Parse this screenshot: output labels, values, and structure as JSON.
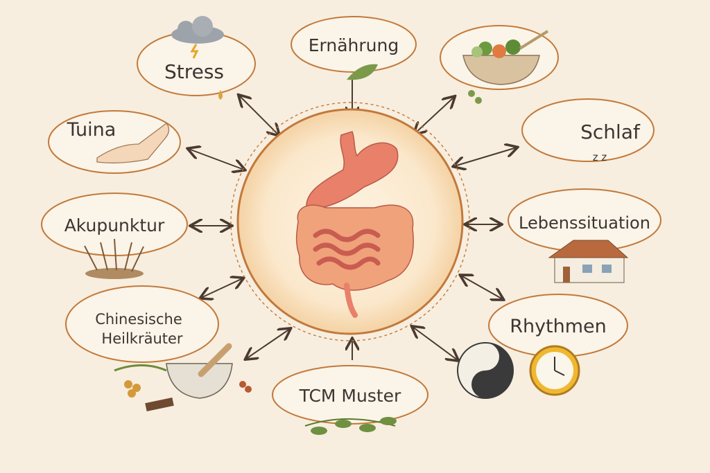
{
  "center": {
    "label": "",
    "icon": "digestive-system-icon"
  },
  "nodes": [
    {
      "id": "stress",
      "label": "Stress",
      "icon": "storm-cloud-icon"
    },
    {
      "id": "ernaehrung",
      "label": "Ernährung",
      "icon": "leaf-icon"
    },
    {
      "id": "essen",
      "label": "",
      "icon": "salad-bowl-icon"
    },
    {
      "id": "schlaf",
      "label": "Schlaf",
      "icon": "moon-icon",
      "extra": "z z"
    },
    {
      "id": "tuina",
      "label": "Tuina",
      "icon": "hand-icon"
    },
    {
      "id": "lebenssituation",
      "label": "Lebenssituation",
      "icon": "house-icon"
    },
    {
      "id": "akupunktur",
      "label": "Akupunktur",
      "icon": "needles-icon"
    },
    {
      "id": "rhythmen",
      "label": "Rhythmen",
      "icon": "yin-yang-clock-icon"
    },
    {
      "id": "heilkraeuter",
      "label_line1": "Chinesische",
      "label_line2": "Heilkräuter",
      "icon": "mortar-herbs-icon"
    },
    {
      "id": "tcm",
      "label": "TCM Muster",
      "icon": "herb-sprig-icon"
    }
  ],
  "colors": {
    "background": "#f7eedf",
    "accent": "#c2793a",
    "organ": "#e9806a",
    "text": "#3b3633"
  }
}
